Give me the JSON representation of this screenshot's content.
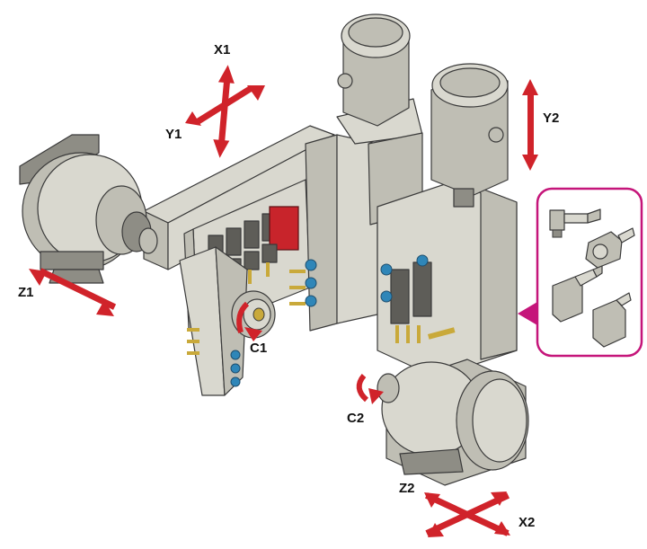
{
  "axes": {
    "x1": "X1",
    "y1": "Y1",
    "z1": "Z1",
    "c1": "C1",
    "y2": "Y2",
    "c2": "C2",
    "z2": "Z2",
    "x2": "X2"
  },
  "colors": {
    "arrow": "#d0232a",
    "inset_border": "#c5157a",
    "tool_red": "#c8242b",
    "coolant_blue": "#2f86b8",
    "brass": "#c9a93a"
  },
  "icons": [
    "machine-drawing",
    "axis-arrows",
    "tool-holder-inset"
  ]
}
